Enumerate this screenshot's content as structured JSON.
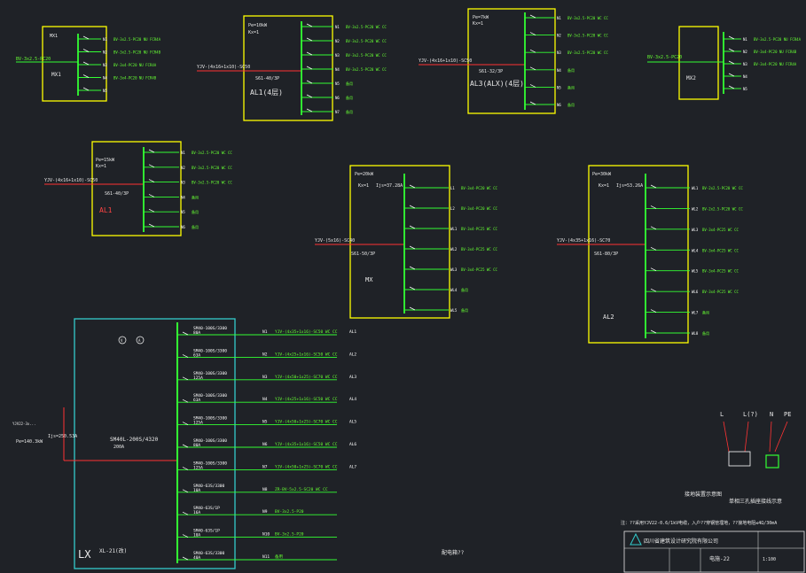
{
  "colors": {
    "background": "#1f2227",
    "frame": "#ffff00",
    "lx_frame": "#33cccc",
    "bus": "#33ff33",
    "text": "#ffffff",
    "feeder": "#ff3333"
  },
  "panels": {
    "mx1": {
      "name": "MX1",
      "incoming": "BV-3x2.5-PC20",
      "circuits": [
        {
          "code": "N1",
          "cable": "BV-3x2.5-PC20",
          "note": "NU FCR4A"
        },
        {
          "code": "N2",
          "cable": "BV-3x2.5-PC20",
          "note": "NU FCR4B"
        },
        {
          "code": "N3",
          "cable": "BV-3x4-PC20",
          "note": "NU FCR4A"
        },
        {
          "code": "N4",
          "cable": "BV-3x4-PC20",
          "note": "NU FCR4B"
        },
        {
          "code": "N5",
          "cable": "",
          "note": ""
        }
      ]
    },
    "al1_top": {
      "name": "AL1(4层)",
      "power": "Pe=10kW",
      "kx": "Kx=1",
      "incoming": "YJV-(4x16+1x10)-SC50",
      "main_breaker": "S61-40/3P",
      "circuits": [
        {
          "code": "N1",
          "cable": "BV-3x2.5-PC20",
          "note": "WC CC"
        },
        {
          "code": "N2",
          "cable": "BV-3x2.5-PC20",
          "note": "WC CC"
        },
        {
          "code": "N3",
          "cable": "BV-3x2.5-PC20",
          "note": "WC CC"
        },
        {
          "code": "N4",
          "cable": "BV-3x2.5-PC20",
          "note": "WC CC"
        },
        {
          "code": "N5",
          "cable": "",
          "note": "备用"
        },
        {
          "code": "N6",
          "cable": "",
          "note": "备用"
        },
        {
          "code": "N7",
          "cable": "",
          "note": "备用"
        }
      ]
    },
    "al3": {
      "name": "AL3(ALX)(4层)",
      "power": "Pe=7kW",
      "kx": "Kx=1",
      "incoming": "YJV-(4x16+1x10)-SC50",
      "main_breaker": "S61-32/3P",
      "circuits": [
        {
          "code": "N1",
          "cable": "BV-3x2.5-PC20",
          "note": "WC CC"
        },
        {
          "code": "N2",
          "cable": "BV-3x2.5-PC20",
          "note": "WC CC"
        },
        {
          "code": "N3",
          "cable": "BV-3x2.5-PC20",
          "note": "WC CC"
        },
        {
          "code": "N4",
          "cable": "",
          "note": "备用"
        },
        {
          "code": "N5",
          "cable": "",
          "note": "备用"
        },
        {
          "code": "N6",
          "cable": "",
          "note": "备用"
        }
      ]
    },
    "mx2": {
      "name": "MX2",
      "incoming": "BV-3x2.5-PC20",
      "circuits": [
        {
          "code": "N1",
          "cable": "BV-3x2.5-PC20",
          "note": "NU FCR4A"
        },
        {
          "code": "N2",
          "cable": "BV-3x4-PC20",
          "note": "NU FCR4B"
        },
        {
          "code": "N3",
          "cable": "BV-3x4-PC20",
          "note": "NU FCR4A"
        },
        {
          "code": "N4",
          "cable": "",
          "note": ""
        },
        {
          "code": "N5",
          "cable": "",
          "note": ""
        }
      ]
    },
    "al1_mid": {
      "name": "AL1",
      "power": "Pe=15kW",
      "kx": "Kx=1",
      "incoming": "YJV-(4x16+1x10)-SC50",
      "main_breaker": "S61-40/3P",
      "circuits": [
        {
          "code": "N1",
          "cable": "BV-3x2.5-PC20",
          "note": "WC CC"
        },
        {
          "code": "N2",
          "cable": "BV-3x2.5-PC20",
          "note": "WC CC"
        },
        {
          "code": "N3",
          "cable": "BV-3x2.5-PC20",
          "note": "WC CC"
        },
        {
          "code": "N4",
          "cable": "",
          "note": "备用"
        },
        {
          "code": "N5",
          "cable": "",
          "note": "备用"
        },
        {
          "code": "N6",
          "cable": "",
          "note": "备用"
        }
      ]
    },
    "mx": {
      "name": "MX",
      "power": "Pe=20kW",
      "kx": "Kx=1",
      "ijs": "Ijs=37.28A",
      "incoming": "YJV-(5x16)-SC40",
      "main_breaker": "S61-50/3P",
      "circuits": [
        {
          "code": "L1",
          "cable": "BV-3x4-PC20",
          "note": "WC CC"
        },
        {
          "code": "L2",
          "cable": "BV-3x4-PC20",
          "note": "WC CC"
        },
        {
          "code": "WL1",
          "cable": "BV-3x4-PC25",
          "note": "WC CC"
        },
        {
          "code": "WL2",
          "cable": "BV-3x4-PC25",
          "note": "WC CC"
        },
        {
          "code": "WL3",
          "cable": "BV-3x4-PC25",
          "note": "WC CC"
        },
        {
          "code": "WL4",
          "cable": "",
          "note": "备用"
        },
        {
          "code": "WL5",
          "cable": "",
          "note": "备用"
        }
      ]
    },
    "al2": {
      "name": "AL2",
      "power": "Pe=30kW",
      "kx": "Kx=1",
      "ijs": "Ijs=53.26A",
      "incoming": "YJV-(4x35+1x16)-SC70",
      "main_breaker": "S61-80/3P",
      "circuits": [
        {
          "code": "WL1",
          "cable": "BV-2x2.5-PC20",
          "note": "WC CC"
        },
        {
          "code": "WL2",
          "cable": "BV-2x2.5-PC20",
          "note": "WC CC"
        },
        {
          "code": "WL3",
          "cable": "BV-3x4-PC25",
          "note": "WC CC"
        },
        {
          "code": "WL4",
          "cable": "BV-3x4-PC25",
          "note": "WC CC"
        },
        {
          "code": "WL5",
          "cable": "BV-3x4-PC25",
          "note": "WC CC"
        },
        {
          "code": "WL6",
          "cable": "BV-3x4-PC25",
          "note": "WC CC"
        },
        {
          "code": "WL7",
          "cable": "",
          "note": "备用"
        },
        {
          "code": "WL8",
          "cable": "",
          "note": "备用"
        }
      ]
    },
    "lx": {
      "name": "LX",
      "model": "XL-21(改)",
      "main_breaker": "SM40L-200S/4320",
      "main_rating": "200A",
      "incoming": "YJV22-3x...",
      "power": "Pe=140.3kW",
      "ijs": "Ijs=250.53A",
      "meter_v": "V",
      "meter_a": "A",
      "circuits": [
        {
          "breaker": "SM40-100S/3300",
          "rating": "80A",
          "code": "N1",
          "cable": "YJV-(4x35+1x16)-SC50",
          "note": "WC CC",
          "dest": "AL1"
        },
        {
          "breaker": "SM40-100S/3300",
          "rating": "63A",
          "code": "N2",
          "cable": "YJV-(4x25+1x16)-SC50",
          "note": "WC CC",
          "dest": "AL2"
        },
        {
          "breaker": "SM40-100S/3300",
          "rating": "125A",
          "code": "N3",
          "cable": "YJV-(4x50+1x25)-SC70",
          "note": "WC CC",
          "dest": "AL3"
        },
        {
          "breaker": "SM40-100S/3300",
          "rating": "63A",
          "code": "N4",
          "cable": "YJV-(4x25+1x16)-SC50",
          "note": "WC CC",
          "dest": "AL4"
        },
        {
          "breaker": "SM40-100S/3300",
          "rating": "125A",
          "code": "N5",
          "cable": "YJV-(4x50+1x25)-SC70",
          "note": "WC CC",
          "dest": "AL5"
        },
        {
          "breaker": "SM40-100S/3300",
          "rating": "80A",
          "code": "N6",
          "cable": "YJV-(4x35+1x16)-SC50",
          "note": "WC CC",
          "dest": "AL6"
        },
        {
          "breaker": "SM40-100S/3300",
          "rating": "125A",
          "code": "N7",
          "cable": "YJV-(4x50+1x25)-SC70",
          "note": "WC CC",
          "dest": "AL7"
        },
        {
          "breaker": "SM40-63S/3300",
          "rating": "10A",
          "code": "N8",
          "cable": "ZR-BV-5x2.5-SC20",
          "note": "WC CC",
          "dest": ""
        },
        {
          "breaker": "SM40-63S/1P",
          "rating": "16A",
          "code": "N9",
          "cable": "BV-3x2.5-P20",
          "note": "",
          "dest": ""
        },
        {
          "breaker": "SM40-63S/1P",
          "rating": "10A",
          "code": "N10",
          "cable": "BV-3x2.5-P20",
          "note": "",
          "dest": ""
        },
        {
          "breaker": "SM40-63S/3300",
          "rating": "40A",
          "code": "N11",
          "cable": "",
          "note": "备用",
          "dest": ""
        }
      ]
    }
  },
  "ground_symbol": {
    "terminals": [
      "L",
      "L(?)",
      "N",
      "PE"
    ],
    "caption_1": "接地装置示意图",
    "caption_2": "单相三孔插座接线示意"
  },
  "notes": {
    "main": "注：??采用YJV22-0.6/1kV电缆，入户??穿钢管埋地，??接地电阻≤4Ω/30mA",
    "bottom": "配电箱??"
  },
  "title_block": {
    "company": "四川省建筑设计研究院有限公司",
    "drawing": "电施-22",
    "scale": "1:100"
  }
}
